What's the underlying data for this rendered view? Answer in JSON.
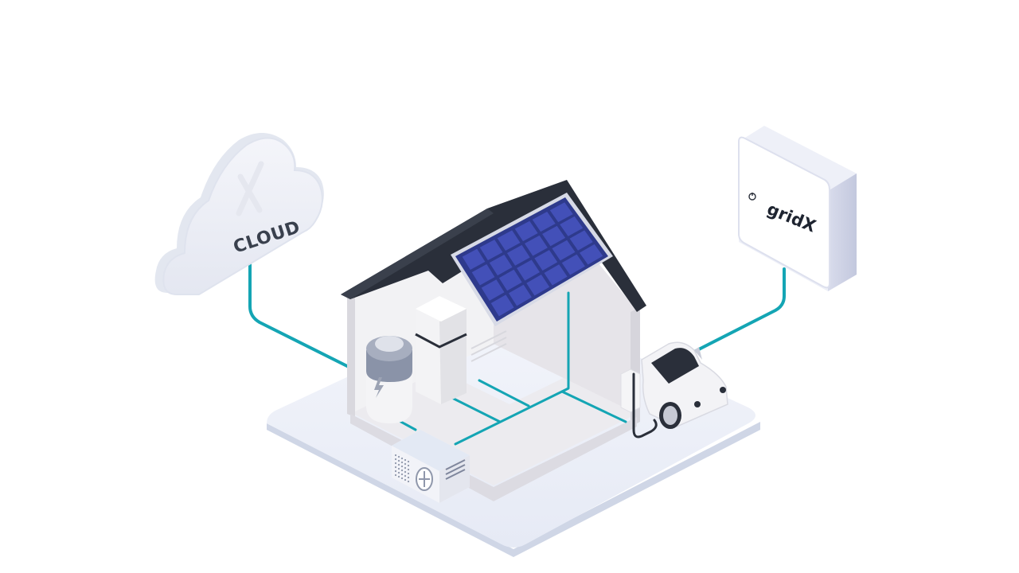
{
  "scene": {
    "cloud": {
      "label": "CLOUD",
      "icon": "x-logo-icon"
    },
    "gateway": {
      "label": "gridX",
      "icon": "power-icon"
    },
    "battery": {
      "icon": "lightning-bolt-icon"
    },
    "heat_pump": {
      "icon": "fan-icon"
    },
    "solar_panel": {
      "rows": 4,
      "cols": 6
    }
  },
  "colors": {
    "connection": "#14a5b4",
    "panel": "#2e3a8c",
    "panel_cell": "#4350b8",
    "roof": "#2a2f3a",
    "platform": "#eef1f9",
    "platform_edge": "#cfd6e6"
  }
}
